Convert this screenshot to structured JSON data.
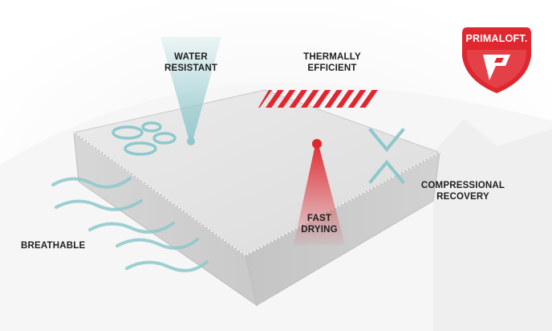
{
  "features": {
    "water_resistant": [
      "WATER",
      "RESISTANT"
    ],
    "thermally_efficient": [
      "THERMALLY",
      "EFFICIENT"
    ],
    "compressional_recovery": [
      "COMPRESSIONAL",
      "RECOVERY"
    ],
    "fast_drying": [
      "FAST",
      "DRYING"
    ],
    "breathable": "BREATHABLE"
  },
  "brand": {
    "name": "PRIMALOFT.",
    "color": "#e0262e",
    "icon": "primaloft-p-logo"
  },
  "colors": {
    "accent_red": "#e0262e",
    "accent_teal": "#8ec8cc",
    "slab_top": "#e6e6e6",
    "slab_side": "#cfcfcf"
  }
}
